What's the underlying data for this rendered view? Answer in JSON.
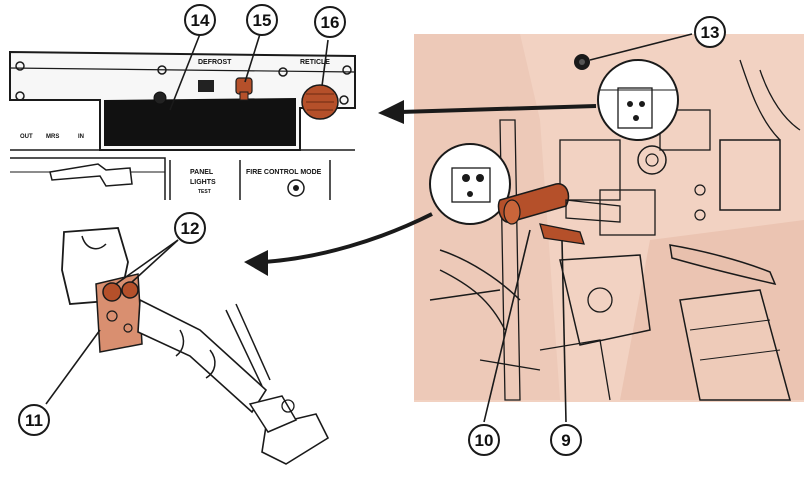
{
  "callouts": {
    "c14": "14",
    "c15": "15",
    "c16": "16",
    "c13": "13",
    "c12": "12",
    "c11": "11",
    "c10": "10",
    "c9": "9"
  },
  "panel_labels": {
    "defrost": "DEFROST",
    "reticle": "RETICLE",
    "out": "OUT",
    "mrs": "MRS",
    "in": "IN",
    "panel": "PANEL",
    "lights": "LIGHTS",
    "test": "TEST",
    "fire_control_mode": "FIRE CONTROL MODE"
  },
  "colors": {
    "highlight": "#b5502a",
    "scene_bg": "#f2d2c2",
    "line": "#1a1a1a"
  }
}
